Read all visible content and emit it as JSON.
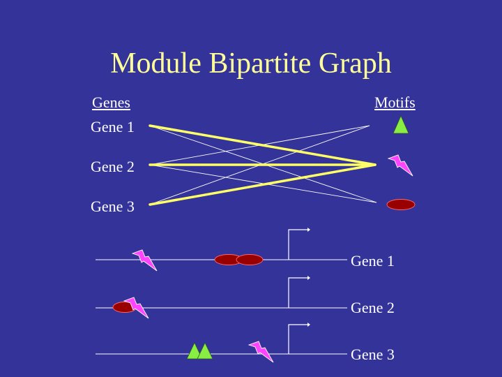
{
  "title": "Module Bipartite Graph",
  "bipartite": {
    "left_header": "Genes",
    "right_header": "Motifs",
    "genes": [
      "Gene 1",
      "Gene 2",
      "Gene 3"
    ]
  },
  "promoters": {
    "genes": [
      "Gene 1",
      "Gene 2",
      "Gene 3"
    ]
  },
  "colors": {
    "background": "#333399",
    "title": "#ffff99",
    "text": "#ffffff",
    "edge_strong": "#ffff66",
    "edge_weak": "#ffffff",
    "triangle": "#88ee44",
    "lightning": "#ff44ff",
    "ellipse": "#990000"
  },
  "icons": [
    "triangle-motif-icon",
    "lightning-motif-icon",
    "ellipse-motif-icon",
    "transcription-start-arrow-icon"
  ]
}
